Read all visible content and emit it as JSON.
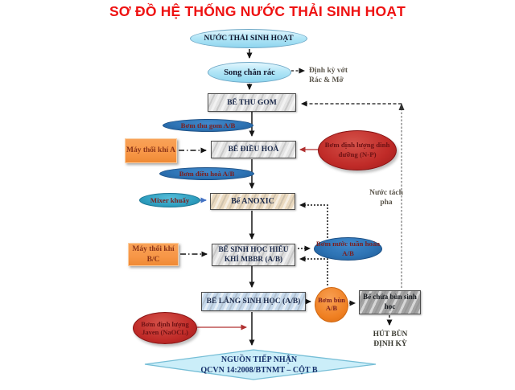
{
  "title": "SƠ ĐỒ HỆ THỐNG NƯỚC THẢI SINH HOẠT",
  "colors": {
    "title_red": "#ee1212",
    "pump_blue": "#2e74b5",
    "mixer_teal": "#2f9fc0",
    "dosing_red": "#c02b28",
    "blower_orange": "#f79646",
    "source_lightblue": "#b3e6f7",
    "outlet_fill": "#cbeef9",
    "anoxic_tan": "#ead9bf",
    "clarifier_blue": "#c6d9ec",
    "sludge_gray": "#a3a3a3"
  },
  "flow": {
    "source": "NƯỚC THẢI SINH HOẠT",
    "screen": "Song chắn rác",
    "screen_note": "Định kỳ vớt Rác & Mỡ",
    "tank_collect": "BỂ THU GOM",
    "pump_collect": "Bơm thu gom A/B",
    "blower_a": "Máy thổi khí A",
    "tank_equalize": "BỂ ĐIỀU HOÀ",
    "pump_dosing_np": "Bơm định lượng dinh dưỡng (N-P)",
    "pump_equalize": "Bơm điều hoà A/B",
    "mixer": "Mixer khuấy",
    "tank_anoxic": "Bể ANOXIC",
    "note_decant": "Nước tách pha",
    "blower_bc": "Máy thổi khí B/C",
    "tank_mbbr": "BỂ SINH HỌC HIẾU KHÍ MBBR (A/B)",
    "pump_recirc": "Bơm nước tuần hoàn A/B",
    "tank_clarifier": "BỂ LẮNG SINH HỌC (A/B)",
    "pump_sludge": "Bơm bùn A/B",
    "tank_sludge_store": "Bể chứa bùn sinh học",
    "note_sludge_removal": "HÚT BÙN ĐỊNH KỲ",
    "pump_dosing_javen": "Bơm định lượng Javen (NaOCL)",
    "outlet_line1": "NGUỒN TIẾP NHẬN",
    "outlet_line2": "QCVN 14:2008/BTNMT – CỘT B"
  }
}
